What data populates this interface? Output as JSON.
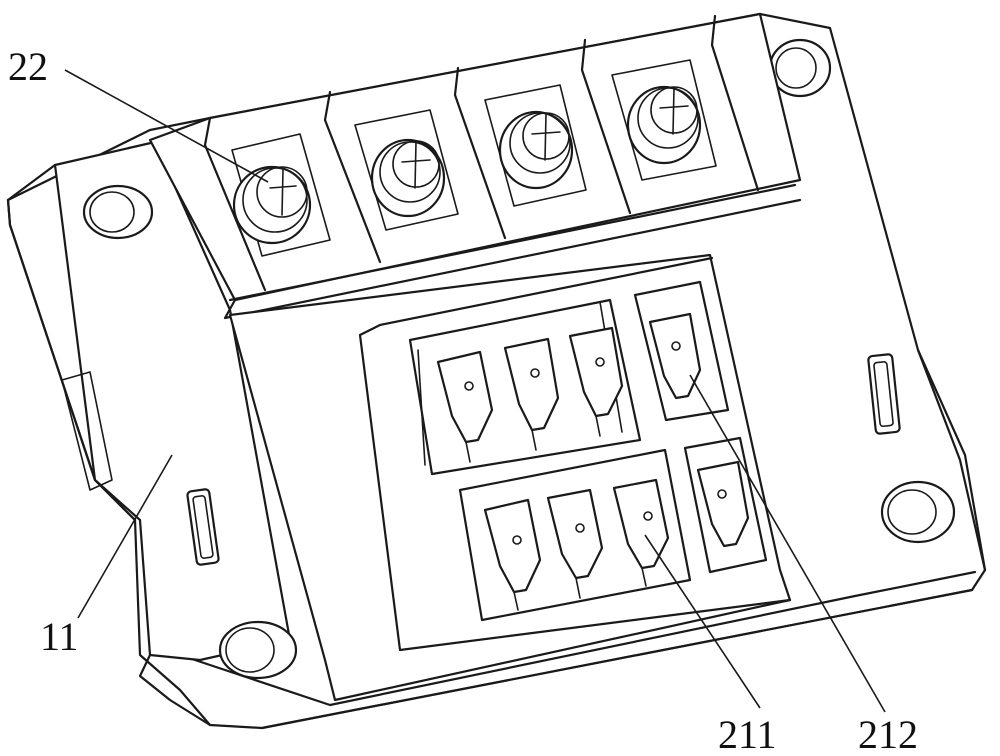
{
  "labels": {
    "screw_terminal": "22",
    "base": "11",
    "terminal_pins": "211",
    "side_terminals": "212"
  }
}
